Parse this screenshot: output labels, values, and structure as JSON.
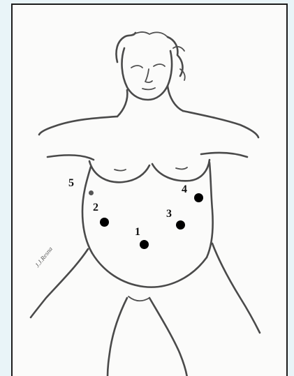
{
  "points": [
    {
      "label": "1",
      "size": "large"
    },
    {
      "label": "2",
      "size": "large"
    },
    {
      "label": "3",
      "size": "large"
    },
    {
      "label": "4",
      "size": "large"
    },
    {
      "label": "5",
      "size": "small"
    }
  ],
  "signature": "J.J.Resna",
  "colors": {
    "background": "#e9f4f8",
    "paper": "#fbfbfa",
    "line": "#4a4a4a",
    "dot": "#000000"
  }
}
